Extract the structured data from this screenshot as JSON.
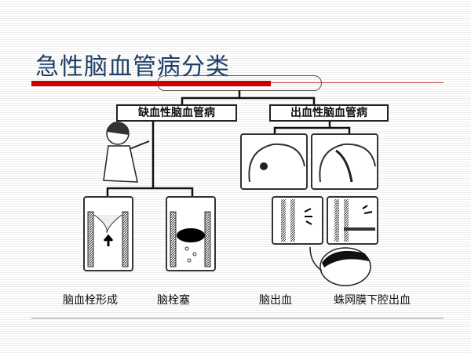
{
  "slide": {
    "title": "急性脑血管病分类",
    "accent_color": "#cc0000",
    "title_color": "#1f3f66"
  },
  "diagram": {
    "branches": [
      {
        "label": "缺血性脑血管病",
        "children": [
          "脑血栓形成",
          "脑栓塞"
        ]
      },
      {
        "label": "出血性脑血管病",
        "children": [
          "脑出血",
          "蛛网膜下腔出血"
        ]
      }
    ],
    "captions": [
      "脑血栓形成",
      "脑栓塞",
      "脑出血",
      "蛛网膜下腔出血"
    ]
  }
}
